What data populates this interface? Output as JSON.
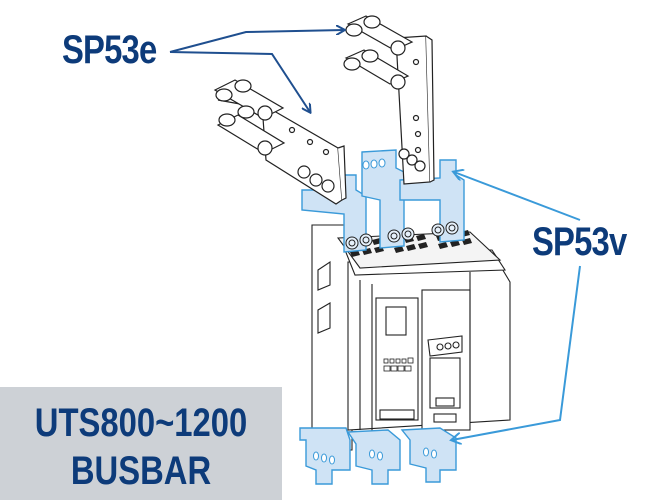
{
  "labels": {
    "top_callout": "SP53e",
    "side_callout": "SP53v"
  },
  "title_box": {
    "line1": "UTS800~1200",
    "line2": "BUSBAR"
  },
  "colors": {
    "label_text": "#0d3b7a",
    "sp53e_arrow": "#1f4f8f",
    "sp53v_arrow": "#3a9ad9",
    "busbar_fill": "#cfe3f5",
    "busbar_stroke": "#3a9ad9",
    "title_box_bg": "#cdd1d6",
    "line_art": "#222222"
  },
  "diagram": {
    "subject": "circuit breaker with busbar connectors",
    "components": [
      "horizontal busbar extensions (SP53e)",
      "vertical busbar connectors (SP53v)",
      "circuit breaker body",
      "cable lugs"
    ]
  }
}
